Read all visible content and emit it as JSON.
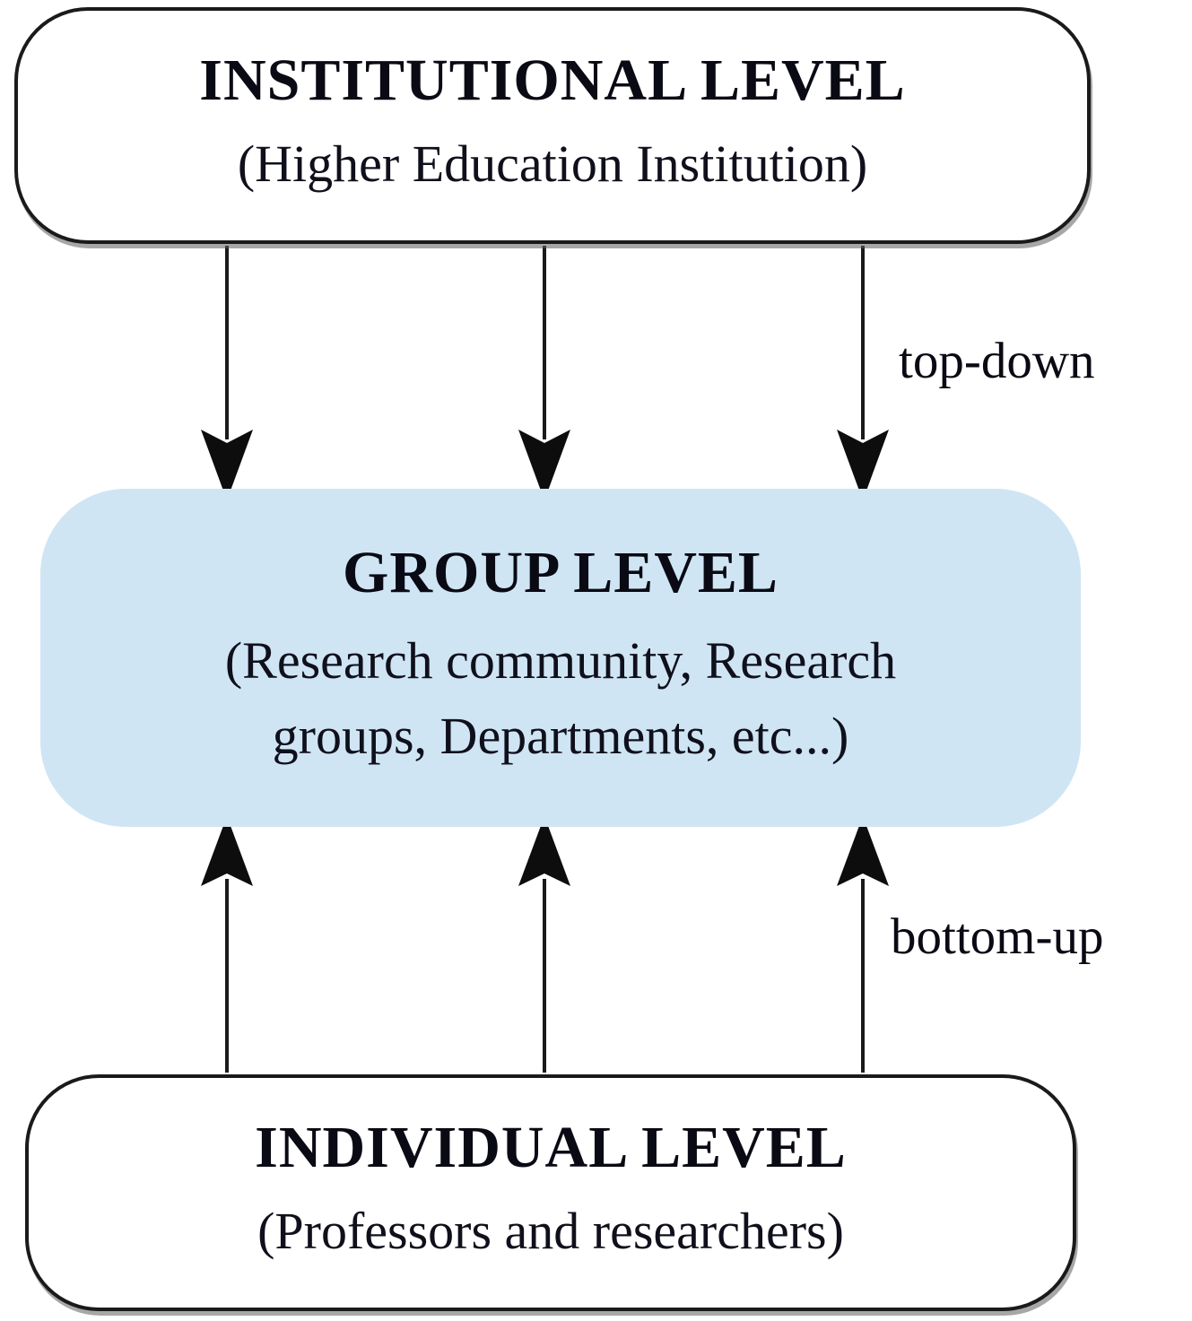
{
  "diagram": {
    "nodes": {
      "institutional": {
        "title": "INSTITUTIONAL LEVEL",
        "subtitle": "(Higher Education Institution)"
      },
      "group": {
        "title": "GROUP LEVEL",
        "subtitle_lines": [
          "(Research community, Research",
          "groups,  Departments, etc...)"
        ]
      },
      "individual": {
        "title": "INDIVIDUAL LEVEL",
        "subtitle": "(Professors and researchers)"
      }
    },
    "flows": {
      "top_down": {
        "label": "top-down",
        "direction": "down",
        "arrow_count": 3
      },
      "bottom_up": {
        "label": "bottom-up",
        "direction": "up",
        "arrow_count": 3
      }
    },
    "colors": {
      "group_fill": "#cfe5f4",
      "box_border": "#1a1a1a",
      "arrow": "#0d0d0d",
      "text": "#0a0a14"
    }
  }
}
